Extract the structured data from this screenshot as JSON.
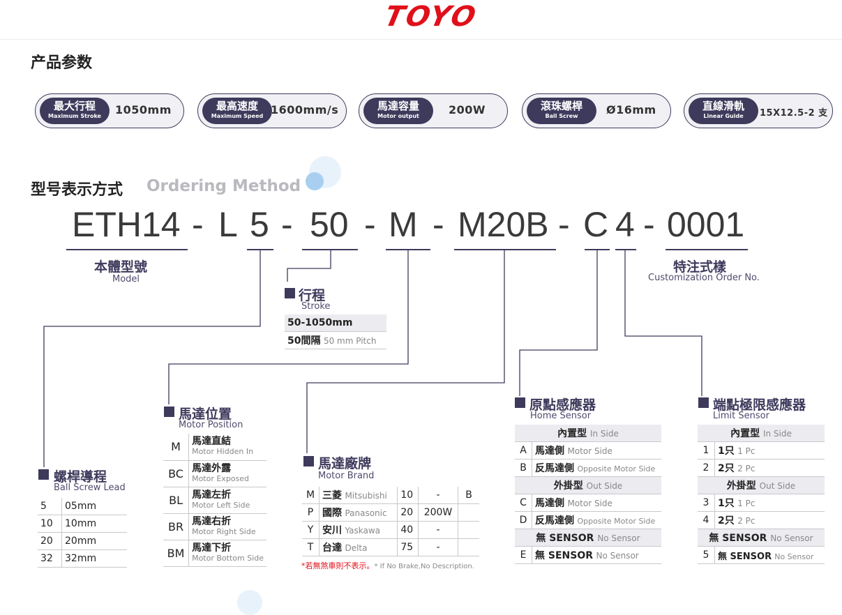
{
  "brand": "TOYO",
  "params_title": "产品参数",
  "specs": [
    {
      "zh": "最大行程",
      "en": "Maximum Stroke",
      "value": "1050mm"
    },
    {
      "zh": "最高速度",
      "en": "Maximum Speed",
      "value": "1600mm/s"
    },
    {
      "zh": "馬達容量",
      "en": "Motor output",
      "value": "200W"
    },
    {
      "zh": "滾珠螺桿",
      "en": "Ball Screw",
      "value": "Ø16mm"
    },
    {
      "zh": "直線滑軌",
      "en": "Linear Guide",
      "value": "15X12.5-2 支"
    }
  ],
  "ordering": {
    "title": "型号表示方式",
    "subtitle": "Ordering Method"
  },
  "code": {
    "model": "ETH14",
    "d1": "-",
    "lead": "L",
    "lead_val": "5",
    "d2": "-",
    "stroke": "50",
    "d3": "-",
    "pos": "M",
    "d4": "-",
    "motor": "M20B",
    "d5": "-",
    "home": "C",
    "limit": "4",
    "d6": "-",
    "custom": "0001"
  },
  "model_label": {
    "zh": "本體型號",
    "en": "Model"
  },
  "custom_label": {
    "zh": "特注式樣",
    "en": "Customization Order No."
  },
  "stroke": {
    "zh": "行程",
    "en": "Stroke",
    "range": "50-1050mm",
    "pitch_zh": "50間隔",
    "pitch_en": "50 mm Pitch"
  },
  "lead": {
    "zh": "螺桿導程",
    "en": "Ball Screw Lead",
    "rows": [
      [
        "5",
        "05mm"
      ],
      [
        "10",
        "10mm"
      ],
      [
        "20",
        "20mm"
      ],
      [
        "32",
        "32mm"
      ]
    ]
  },
  "position": {
    "zh": "馬達位置",
    "en": "Motor Position",
    "rows": [
      {
        "code": "M",
        "zh": "馬達直結",
        "en": "Motor Hidden In"
      },
      {
        "code": "BC",
        "zh": "馬達外露",
        "en": "Motor Exposed"
      },
      {
        "code": "BL",
        "zh": "馬達左折",
        "en": "Motor Left Side"
      },
      {
        "code": "BR",
        "zh": "馬達右折",
        "en": "Motor Right Side"
      },
      {
        "code": "BM",
        "zh": "馬達下折",
        "en": "Motor Bottom Side"
      }
    ]
  },
  "brand_table": {
    "zh": "馬達廠牌",
    "en": "Motor Brand",
    "rows": [
      {
        "code": "M",
        "zh": "三菱",
        "en": "Mitsubishi",
        "n": "10",
        "w": "-"
      },
      {
        "code": "P",
        "zh": "國際",
        "en": "Panasonic",
        "n": "20",
        "w": "200W"
      },
      {
        "code": "Y",
        "zh": "安川",
        "en": "Yaskawa",
        "n": "40",
        "w": "-"
      },
      {
        "code": "T",
        "zh": "台達",
        "en": "Delta",
        "n": "75",
        "w": "-"
      }
    ],
    "brake": "B",
    "note_zh": "*若無煞車則不表示。",
    "note_en": "* If No Brake,No Description."
  },
  "home": {
    "zh": "原點感應器",
    "en": "Home Sensor",
    "in_zh": "內置型",
    "in_en": "In Side",
    "out_zh": "外掛型",
    "out_en": "Out Side",
    "rows_in": [
      {
        "code": "A",
        "zh": "馬達側",
        "en": "Motor Side"
      },
      {
        "code": "B",
        "zh": "反馬達側",
        "en": "Opposite Motor Side"
      }
    ],
    "rows_out": [
      {
        "code": "C",
        "zh": "馬達側",
        "en": "Motor Side"
      },
      {
        "code": "D",
        "zh": "反馬達側",
        "en": "Opposite Motor Side"
      }
    ],
    "none_zh": "無 SENSOR",
    "none_en": "No Sensor",
    "e_code": "E"
  },
  "limit": {
    "zh": "端點極限感應器",
    "en": "Limit Sensor",
    "in_zh": "內置型",
    "in_en": "In Side",
    "out_zh": "外掛型",
    "out_en": "Out Side",
    "rows_in": [
      {
        "code": "1",
        "zh": "1只",
        "en": "1 Pc"
      },
      {
        "code": "2",
        "zh": "2只",
        "en": "2 Pc"
      }
    ],
    "rows_out": [
      {
        "code": "3",
        "zh": "1只",
        "en": "1 Pc"
      },
      {
        "code": "4",
        "zh": "2只",
        "en": "2 Pc"
      }
    ],
    "none_zh": "無 SENSOR",
    "none_en": "No Sensor",
    "five_code": "5"
  }
}
